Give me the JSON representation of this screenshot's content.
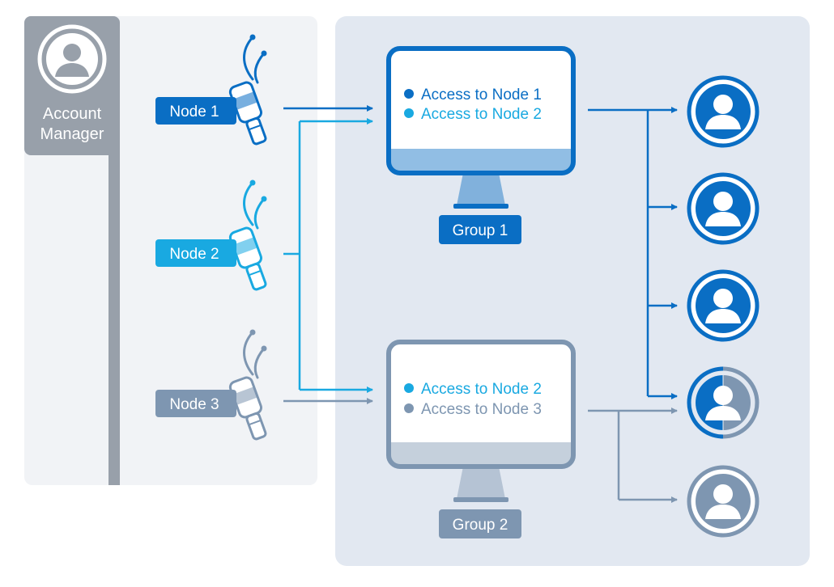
{
  "account_manager": {
    "line1": "Account",
    "line2": "Manager"
  },
  "nodes": [
    {
      "label": "Node 1",
      "color": "#0a6ec4"
    },
    {
      "label": "Node 2",
      "color": "#19a9e1"
    },
    {
      "label": "Node 3",
      "color": "#7e96b1"
    }
  ],
  "groups": [
    {
      "label": "Group 1",
      "color": "#0a6ec4",
      "access": [
        {
          "text": "Access to Node 1",
          "color": "#0a6ec4"
        },
        {
          "text": "Access to Node 2",
          "color": "#19a9e1"
        }
      ]
    },
    {
      "label": "Group 2",
      "color": "#7e96b1",
      "access": [
        {
          "text": "Access to Node 2",
          "color": "#19a9e1"
        },
        {
          "text": "Access to Node 3",
          "color": "#7e96b1"
        }
      ]
    }
  ],
  "colors": {
    "blue": "#0a6ec4",
    "cyan": "#19a9e1",
    "slate": "#7e96b1",
    "panel_light": "#f1f3f6",
    "panel_blue": "#e2e8f1",
    "manager_gray": "#98a0aa"
  }
}
